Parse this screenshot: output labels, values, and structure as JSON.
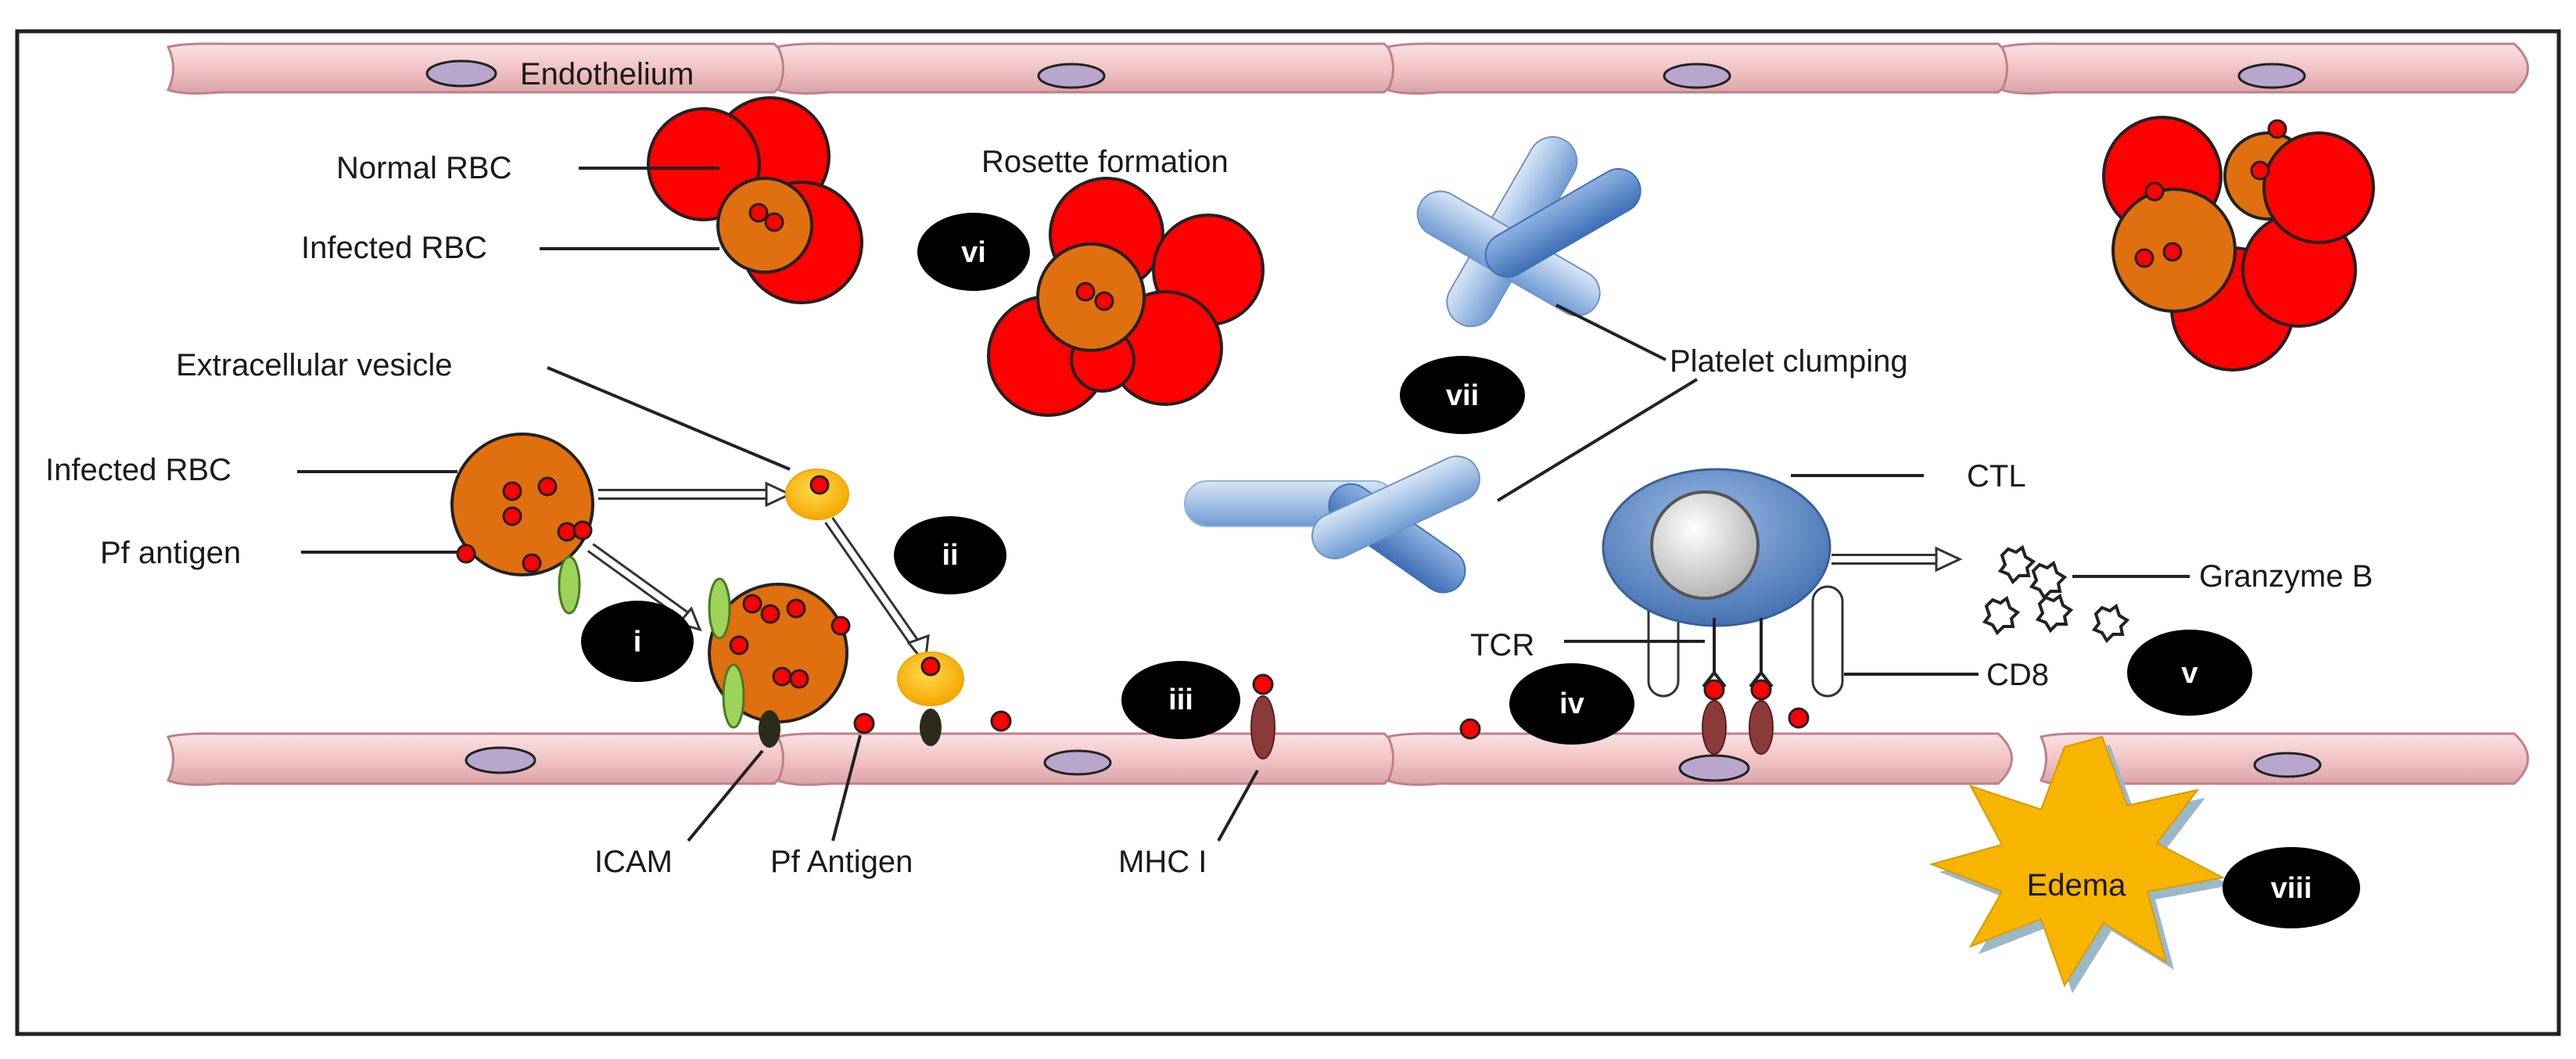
{
  "labels": {
    "endothelium": "Endothelium",
    "normal_rbc": "Normal RBC",
    "infected_rbc_top": "Infected RBC",
    "rosette_formation": "Rosette formation",
    "extracellular_vesicle": "Extracellular vesicle",
    "infected_rbc_mid": "Infected RBC",
    "pf_antigen_left": "Pf antigen",
    "platelet_clumping": "Platelet clumping",
    "ctl": "CTL",
    "granzyme_b": "Granzyme B",
    "tcr": "TCR",
    "cd8": "CD8",
    "icam": "ICAM",
    "pf_antigen_bottom": "Pf Antigen",
    "mhc_i": "MHC I",
    "edema": "Edema"
  },
  "steps": {
    "i": "i",
    "ii": "ii",
    "iii": "iii",
    "iv": "iv",
    "v": "v",
    "vi": "vi",
    "vii": "vii",
    "viii": "viii"
  },
  "colors": {
    "endothelium_fill": "#f2c7c9",
    "nucleus_fill": "#b9a6cc",
    "normal_rbc": "#ff0000",
    "infected_rbc": "#e0700f",
    "platelet": "#8fb4e0",
    "ctl": "#5d8cc8",
    "vesicle": "#ffc000",
    "icam": "#2b2b1a",
    "mhc": "#8b3a3a",
    "edema": "#f7b500",
    "step_badge": "#000000"
  }
}
